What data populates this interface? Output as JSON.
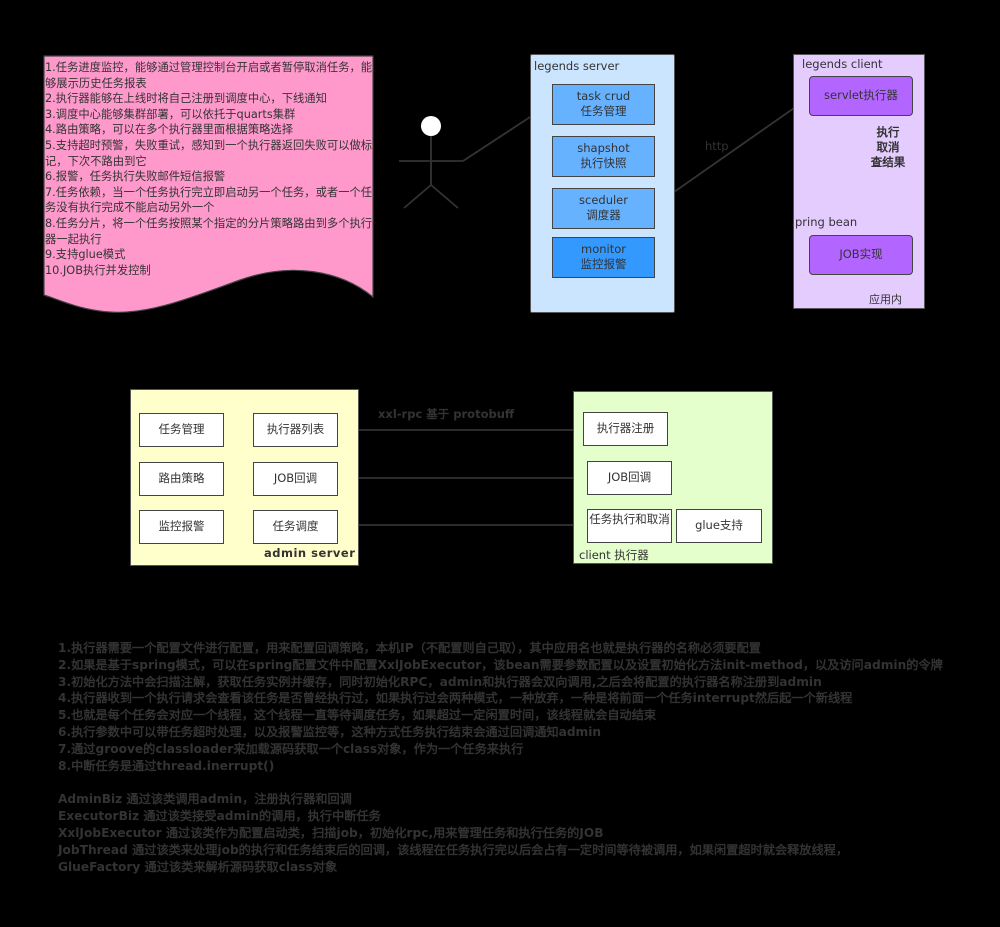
{
  "note": {
    "color": "#ff99cc",
    "lines": [
      "1.任务进度监控，能够通过管理控制台开启或者暂停取消任务，能够展示历史任务报表",
      "2.执行器能够在上线时将自己注册到调度中心，下线通知",
      "3.调度中心能够集群部署，可以依托于quarts集群",
      "4.路由策略，可以在多个执行器里面根据策略选择",
      "5.支持超时预警，失败重试，感知到一个执行器返回失败可以做标记，下次不路由到它",
      "6.报警，任务执行失败邮件短信报警",
      "7.任务依赖，当一个任务执行完立即启动另一个任务，或者一个任务没有执行完成不能启动另外一个",
      "8.任务分片，将一个任务按照某个指定的分片策略路由到多个执行器一起执行",
      "9.支持glue模式",
      "10.JOB执行并发控制"
    ]
  },
  "actor": {
    "icon": "stickman-icon"
  },
  "legends_server": {
    "title": "legends server",
    "color": "#cce5ff",
    "items": [
      {
        "en": "task crud",
        "zh": "任务管理",
        "color": "#66b2ff"
      },
      {
        "en": "shapshot",
        "zh": "执行快照",
        "color": "#66b2ff"
      },
      {
        "en": "sceduler",
        "zh": "调度器",
        "color": "#66b2ff"
      },
      {
        "en": "monitor",
        "zh": "监控报警",
        "color": "#3399ff"
      }
    ]
  },
  "http_label": "http",
  "legends_client": {
    "title": "legends client",
    "color": "#e5ccff",
    "servlet": "servlet执行器",
    "exec_ops": [
      "执行",
      "取消",
      "查结果"
    ],
    "spring_bean": "pring bean",
    "job_impl": "JOB实现",
    "footer": "应用内"
  },
  "admin_server": {
    "label": "admin server",
    "color": "#ffffcc",
    "left_items": [
      "任务管理",
      "路由策略",
      "监控报警"
    ],
    "right_items": [
      "执行器列表",
      "JOB回调",
      "任务调度"
    ]
  },
  "rpc_label": "xxl-rpc 基于 protobuff",
  "client_executor": {
    "label": "client 执行器",
    "color": "#e5ffcc",
    "items": [
      "执行器注册",
      "JOB回调",
      "任务执行和取消",
      "glue支持"
    ]
  },
  "bottom_notes": {
    "numbered": [
      "1.执行器需要一个配置文件进行配置，用来配置回调策略，本机IP（不配置则自己取），其中应用名也就是执行器的名称必须要配置",
      "2.如果是基于spring模式，可以在spring配置文件中配置XxlJobExecutor，该bean需要参数配置以及设置初始化方法init-method，以及访问admin的令牌",
      "3.初始化方法中会扫描注解，获取任务实例并缓存，同时初始化RPC，admin和执行器会双向调用,之后会将配置的执行器名称注册到admin",
      "4.执行器收到一个执行请求会查看该任务是否曾经执行过，如果执行过会两种模式，一种放弃，一种是将前面一个任务interrupt然后起一个新线程",
      "5.也就是每个任务会对应一个线程，这个线程一直等待调度任务，如果超过一定闲置时间，该线程就会自动结束",
      "6.执行参数中可以带任务超时处理，以及报警监控等，这种方式任务执行结束会通过回调通知admin",
      "7.通过groove的classloader来加载源码获取一个class对象，作为一个任务来执行",
      "8.中断任务是通过thread.inerrupt()"
    ],
    "classes": [
      "AdminBiz 通过该类调用admin，注册执行器和回调",
      "ExecutorBiz 通过该类接受admin的调用，执行中断任务",
      "XxlJobExecutor 通过该类作为配置启动类，扫描job，初始化rpc,用来管理任务和执行任务的JOB",
      "JobThread 通过该类来处理job的执行和任务结束后的回调，该线程在任务执行完以后会占有一定时间等待被调用，如果闲置超时就会释放线程，",
      "GlueFactory 通过该类来解析源码获取class对象"
    ]
  }
}
